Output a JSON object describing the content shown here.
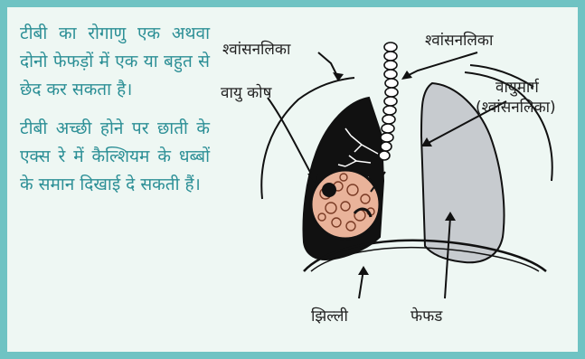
{
  "text": {
    "para1": "टीबी का रोगाणु एक अथवा दोनो फेफड़ों में एक या बहुत से छेद कर सकता है।",
    "para2": "टीबी अच्छी होने पर छाती के एक्स रे में कैल्शियम के धब्बों के समान दिखाई दे सकती हैं।"
  },
  "labels": {
    "trachea_left": "श्वांसनलिका",
    "trachea_right": "श्वांसनलिका",
    "air_sac": "वायु कोष",
    "airway": "वायुमार्ग",
    "airway_note": "(श्वांसनलिका)",
    "membrane": "झिल्ली",
    "lung": "फेफड"
  },
  "colors": {
    "border": "#6fc3c3",
    "background": "#eef7f3",
    "text": "#2c8f96",
    "lung_fill": "#c7cbcf",
    "spot_fill": "#e9b39a"
  }
}
